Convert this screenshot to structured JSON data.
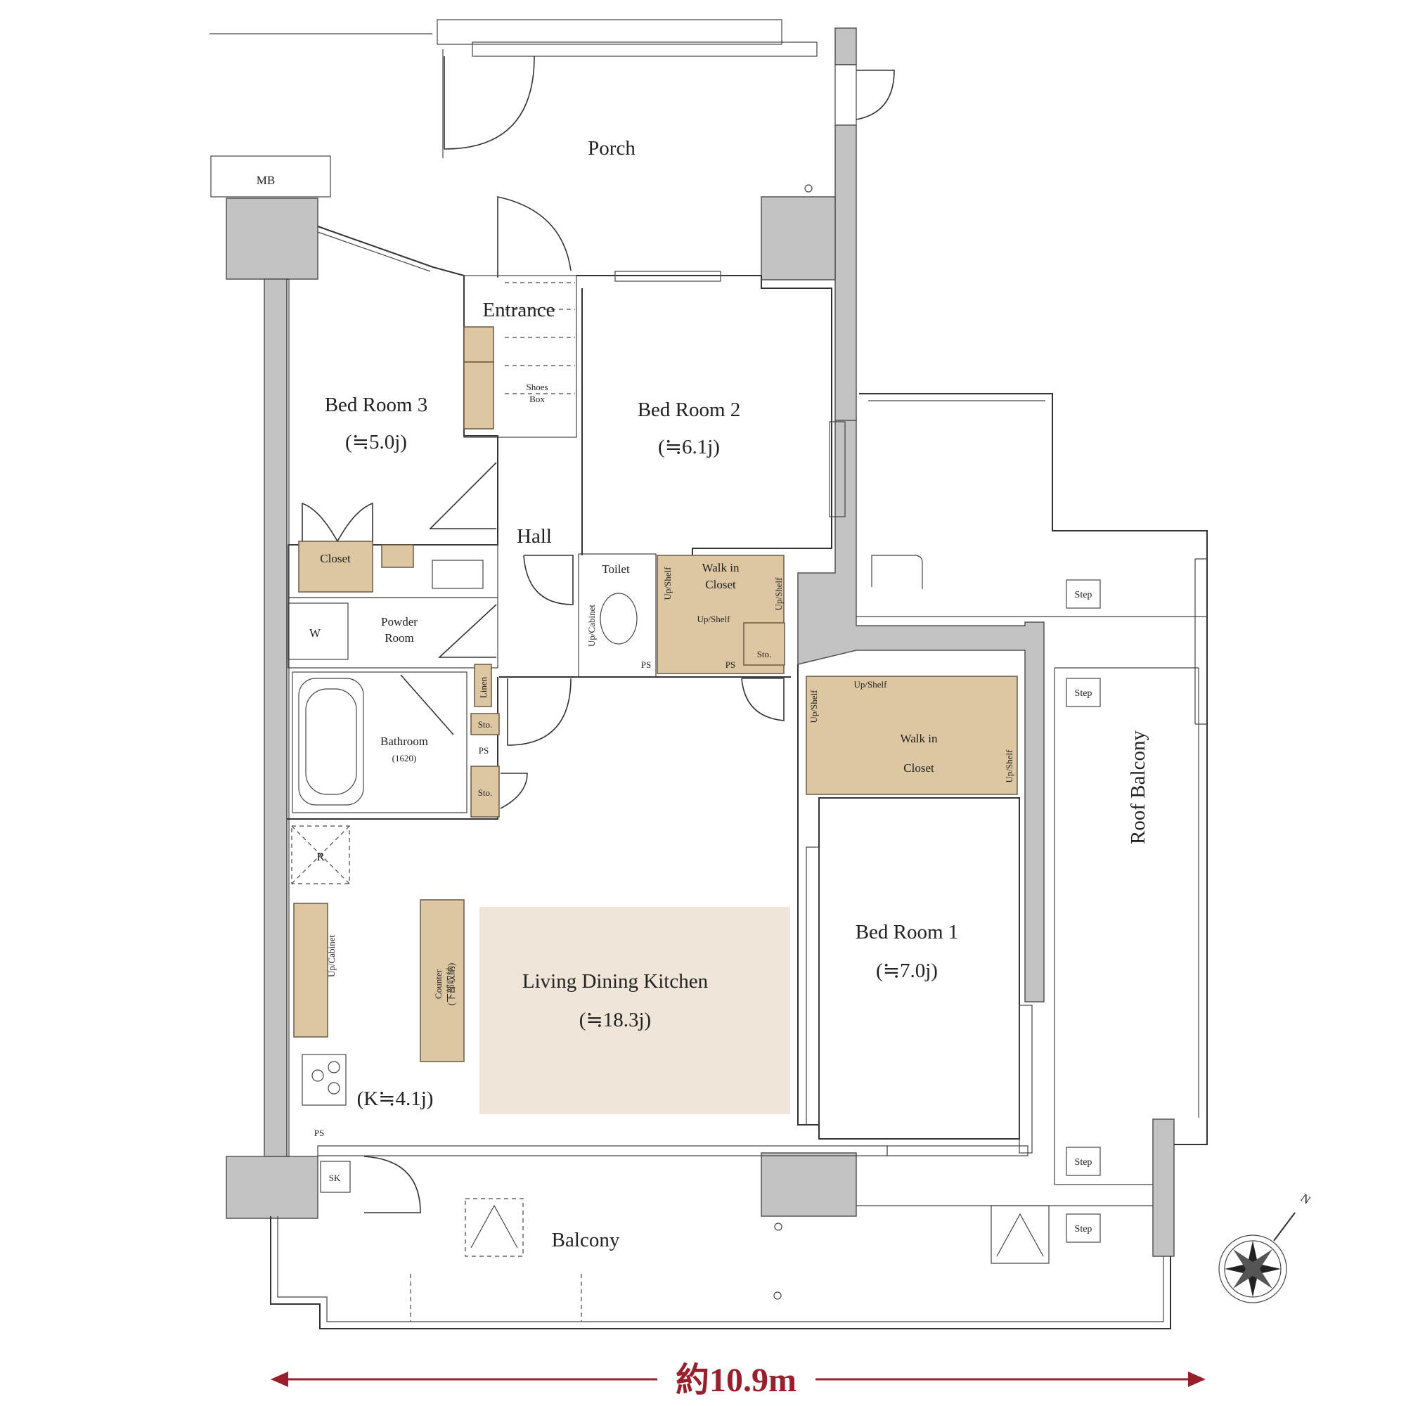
{
  "rooms": {
    "porch": "Porch",
    "mb": "MB",
    "entrance": "Entrance",
    "shoes_box": [
      "Shoes",
      "Box"
    ],
    "bedroom3": {
      "name": "Bed Room 3",
      "area": "(≒5.0j)"
    },
    "bedroom2": {
      "name": "Bed Room 2",
      "area": "(≒6.1j)"
    },
    "bedroom1": {
      "name": "Bed Room 1",
      "area": "(≒7.0j)"
    },
    "hall": "Hall",
    "toilet": "Toilet",
    "closet": "Closet",
    "walk_in_closet_small": [
      "Walk in",
      "Closet"
    ],
    "walk_in_closet_large": [
      "Walk in",
      "Closet"
    ],
    "powder_room": [
      "Powder",
      "Room"
    ],
    "bathroom": "Bathroom",
    "bathroom_size": "(1620)",
    "ldk": {
      "name": "Living Dining Kitchen",
      "area": "(≒18.3j)"
    },
    "kitchen_area": "(K≒4.1j)",
    "counter": [
      "Counter",
      "(下部収納)"
    ],
    "balcony": "Balcony",
    "roof_balcony": "Roof Balcony"
  },
  "fixtures": {
    "washer": "W",
    "refrigerator": "R",
    "sink": "SK",
    "pipe_space": "PS",
    "storage": "Sto.",
    "linen": "Linen",
    "up_shelf": "Up/Shelf",
    "up_cabinet": "Up/Cabinet",
    "step": "Step",
    "compass_north": "N"
  },
  "dimension": {
    "label": "約10.9m"
  },
  "colors": {
    "wall": "#c3c3c3",
    "storage": "#ddc7a3",
    "ldk_highlight": "#efe5d8",
    "dimension": "#9a1f2c"
  }
}
